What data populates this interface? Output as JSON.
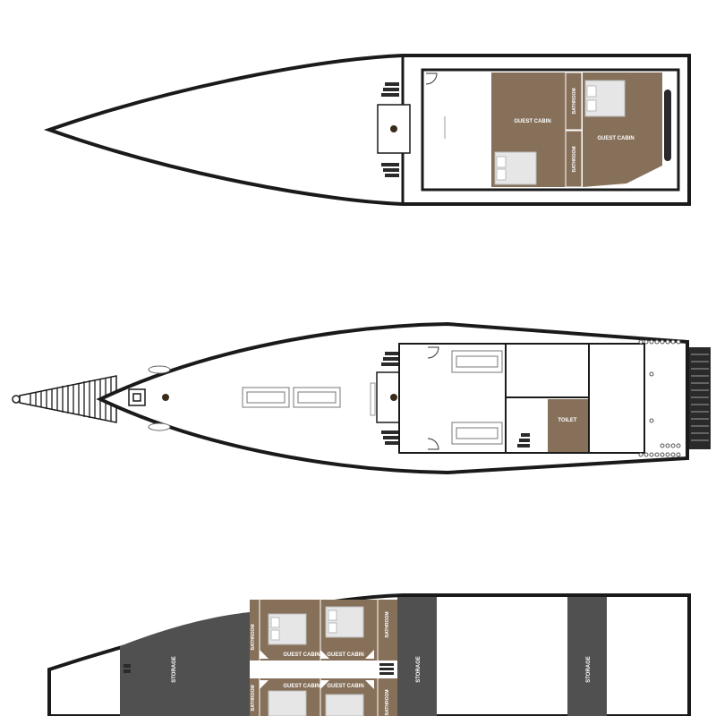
{
  "deck_headings": [
    "",
    "",
    ""
  ],
  "labels": {
    "guest_cabin": "GUEST CABIN",
    "bathroom": "BATHROOM",
    "toilet": "TOILET",
    "storage": "STORAGE"
  },
  "colors": {
    "hull_line": "#1a1a1a",
    "cabin_fill": "#86705a",
    "storage_fill": "#505050",
    "bed_fill": "#e6e6e6",
    "steps_fill": "#2a2a2a",
    "mast_fill": "#3a2b1a"
  },
  "icons": [
    "bed-icon",
    "door-swing-icon",
    "stairs-icon",
    "mast-icon",
    "deck-chair-icon",
    "porthole-icon"
  ]
}
